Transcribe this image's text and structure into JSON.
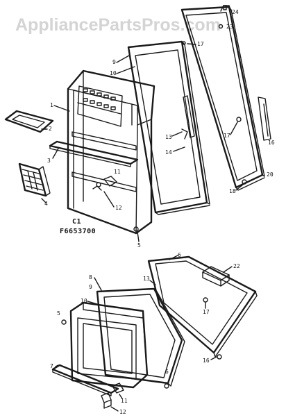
{
  "watermark": "AppliancePartsPros.com",
  "caption": {
    "line1": "C1",
    "line2": "F6653700"
  },
  "callouts": {
    "p24": "24",
    "p23": "23",
    "p17a": "17",
    "p9a": "9",
    "p10": "10",
    "p1": "1",
    "p2": "2",
    "p3": "3",
    "p4": "4",
    "p12a": "12",
    "p11a": "11",
    "p5a": "5",
    "p13a": "13",
    "p14": "14",
    "p17b": "17",
    "p16a": "16",
    "p20": "20",
    "p18": "18",
    "p6a": "6",
    "p22": "22",
    "p8": "8",
    "p9b": "9",
    "p10b": "10",
    "p13b": "13",
    "p17c": "17",
    "p16b": "16",
    "p5b": "5",
    "p7": "7",
    "p6b": "6",
    "p11b": "11",
    "p12b": "12"
  }
}
